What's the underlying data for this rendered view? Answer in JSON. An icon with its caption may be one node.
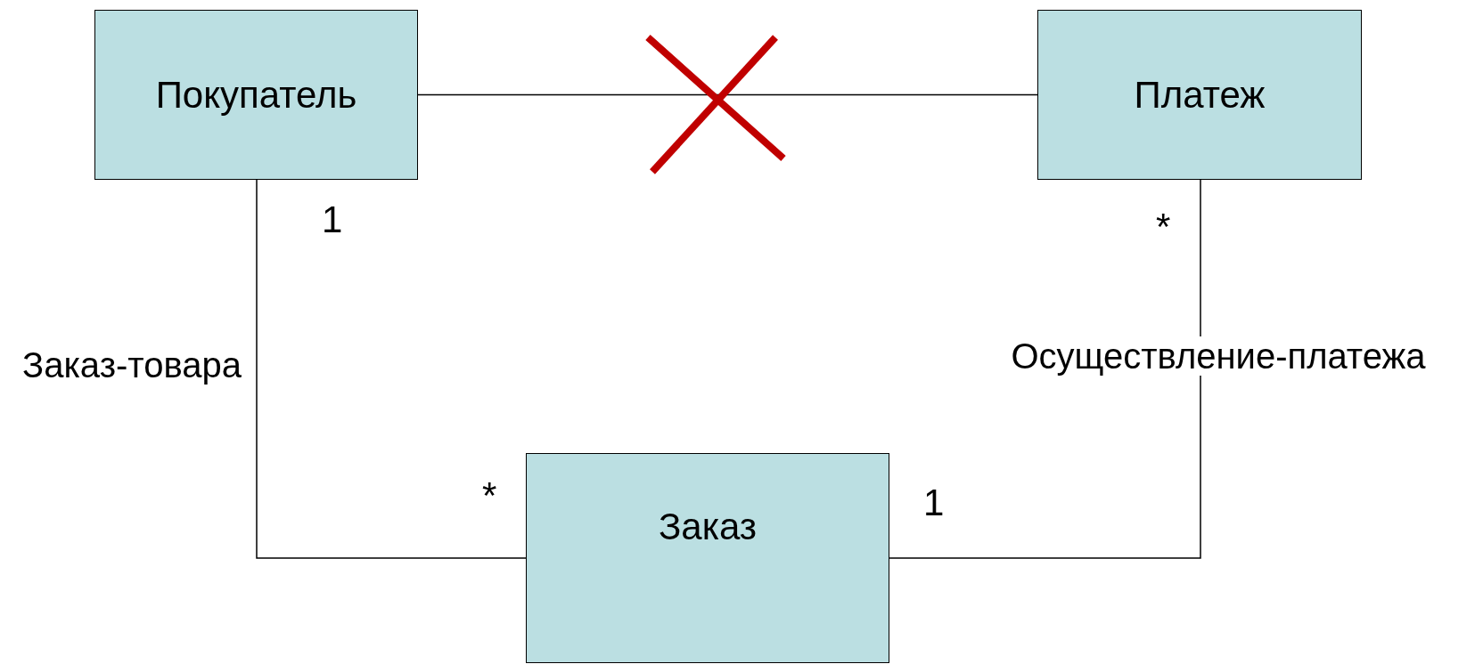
{
  "diagram": {
    "nodes": [
      {
        "text": [
          "Покупатель"
        ]
      },
      {
        "text": [
          "Платеж"
        ]
      },
      {
        "text": [
          "Заказ"
        ]
      }
    ],
    "edges": [
      {
        "from": 0,
        "to": 1,
        "arrow": "none"
      },
      {
        "from": 0,
        "to": 2,
        "arrow": "none",
        "label": "Заказ-товара"
      },
      {
        "from": 2,
        "to": 1,
        "arrow": "none",
        "label": "Осуществление-платежа"
      }
    ],
    "labels": [
      "1",
      "*",
      "*",
      "1"
    ]
  }
}
